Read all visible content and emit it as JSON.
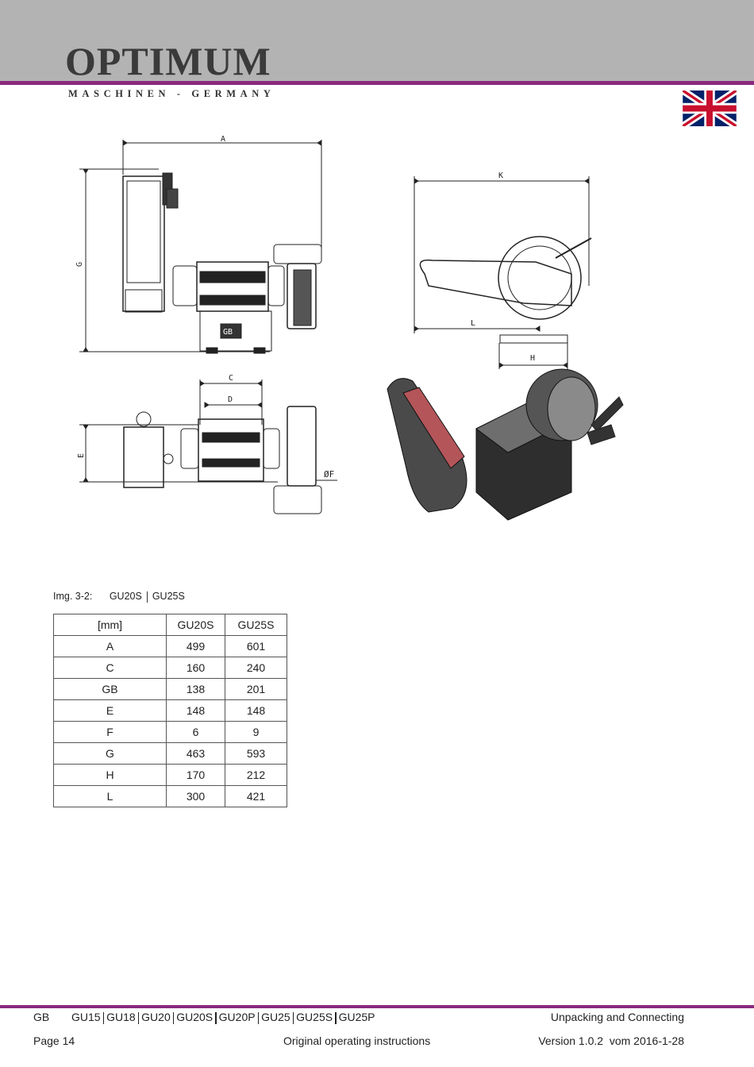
{
  "header": {
    "brand": "OPTIMUM",
    "brand_sub": "MASCHINEN - GERMANY",
    "flag_icon": "uk-flag-icon"
  },
  "drawing": {
    "labels": {
      "A": "A",
      "G": "G",
      "K": "K",
      "L": "L",
      "H": "H",
      "C": "C",
      "D": "D",
      "E": "E",
      "F": "ØF"
    },
    "badge": "GB"
  },
  "caption": {
    "prefix": "Img. 3-2:",
    "model_a": "GU20S",
    "model_b": "GU25S"
  },
  "table": {
    "headers": [
      "[mm]",
      "GU20S",
      "GU25S"
    ],
    "rows": [
      [
        "A",
        "499",
        "601"
      ],
      [
        "C",
        "160",
        "240"
      ],
      [
        "GB",
        "138",
        "201"
      ],
      [
        "E",
        "148",
        "148"
      ],
      [
        "F",
        "6",
        "9"
      ],
      [
        "G",
        "463",
        "593"
      ],
      [
        "H",
        "170",
        "212"
      ],
      [
        "L",
        "300",
        "421"
      ]
    ]
  },
  "footer": {
    "lang": "GB",
    "models": [
      "GU15",
      "GU18",
      "GU20",
      "GU20S",
      "GU20P",
      "GU25",
      "GU25S",
      "GU25P"
    ],
    "section": "Unpacking and Connecting",
    "page": "Page 14",
    "doc_type": "Original operating instructions",
    "version": "Version 1.0.2  vom 2016-1-28"
  },
  "colors": {
    "header_bg": "#b3b3b3",
    "accent_line": "#8a2a7e",
    "belt": "#b4555a"
  }
}
